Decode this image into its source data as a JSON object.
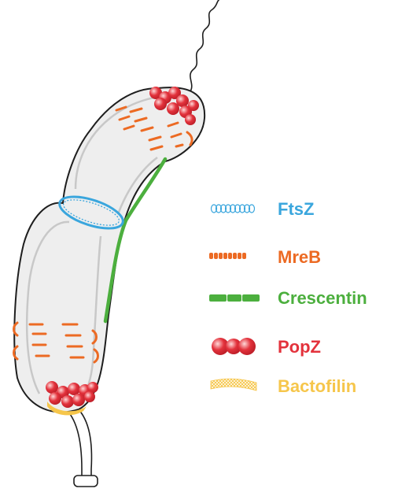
{
  "colors": {
    "outline": "#1e1e1e",
    "cell_fill": "#eeeeee",
    "inner_line": "#c8c8c8",
    "ftsz": "#3aa6dd",
    "mreb": "#ec6a23",
    "crescentin": "#4caf3e",
    "popz": "#e3323c",
    "popz_highlight": "#ffd8d8",
    "bactofilin": "#f6c64b"
  },
  "legend": [
    {
      "id": "ftsz",
      "label": "FtsZ",
      "icon": "ftsz-ring-icon"
    },
    {
      "id": "mreb",
      "label": "MreB",
      "icon": "mreb-filament-icon"
    },
    {
      "id": "crescentin",
      "label": "Crescentin",
      "icon": "crescentin-filament-icon"
    },
    {
      "id": "popz",
      "label": "PopZ",
      "icon": "popz-cluster-icon"
    },
    {
      "id": "bactofilin",
      "label": "Bactofilin",
      "icon": "bactofilin-mesh-icon"
    }
  ]
}
